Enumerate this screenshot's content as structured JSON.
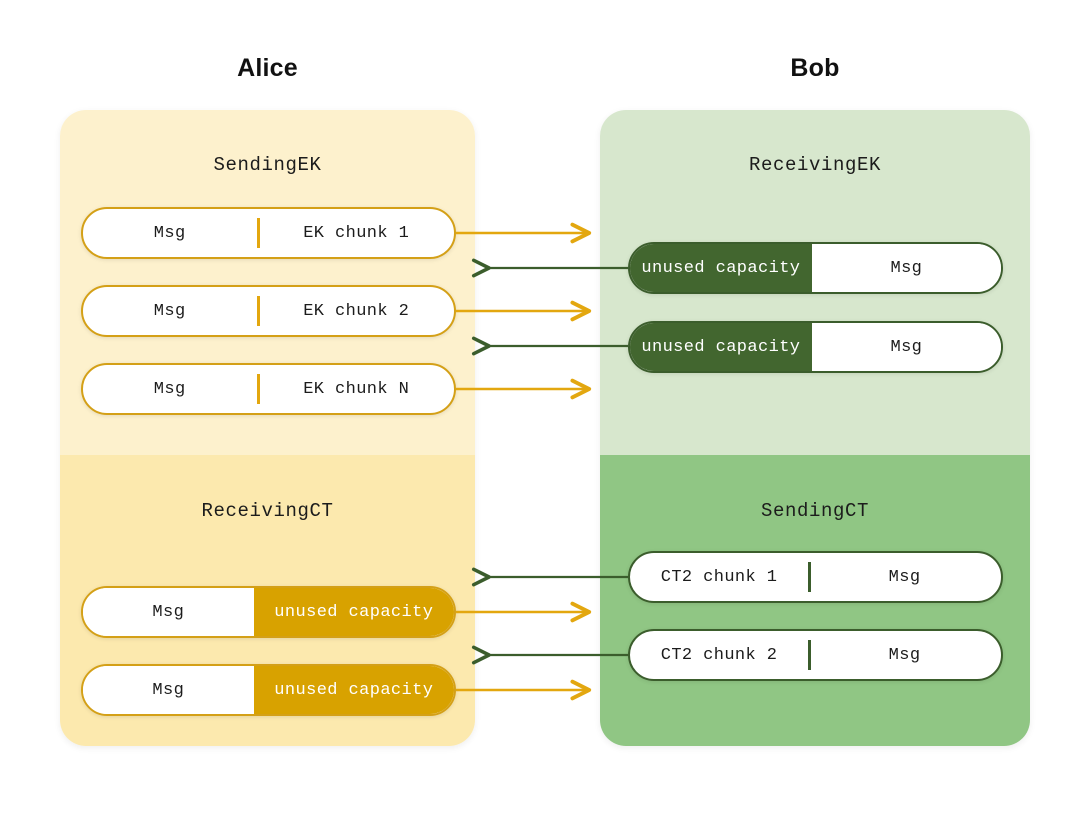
{
  "parties": {
    "left": "Alice",
    "right": "Bob"
  },
  "colors": {
    "yellow_light": "#fdf1cd",
    "yellow_deep": "#fce9ae",
    "yellow_solid": "#d8a200",
    "yellow_stroke": "#d4a017",
    "green_light": "#d7e7cd",
    "green_deep": "#90c684",
    "green_solid": "#42662f",
    "green_stroke": "#3b5d2c",
    "text": "#1c1c1c",
    "on_fill": "#ffffff"
  },
  "panels": {
    "sending_ek": {
      "title": "SendingEK",
      "rows": [
        {
          "left": "Msg",
          "right": "EK chunk 1"
        },
        {
          "left": "Msg",
          "right": "EK chunk 2"
        },
        {
          "left": "Msg",
          "right": "EK chunk N"
        }
      ]
    },
    "receiving_ek": {
      "title": "ReceivingEK",
      "rows": [
        {
          "left": "unused capacity",
          "right": "Msg"
        },
        {
          "left": "unused capacity",
          "right": "Msg"
        }
      ]
    },
    "receiving_ct": {
      "title": "ReceivingCT",
      "rows": [
        {
          "left": "Msg",
          "right": "unused capacity"
        },
        {
          "left": "Msg",
          "right": "unused capacity"
        }
      ]
    },
    "sending_ct": {
      "title": "SendingCT",
      "rows": [
        {
          "left": "CT2 chunk 1",
          "right": "Msg"
        },
        {
          "left": "CT2 chunk 2",
          "right": "Msg"
        }
      ]
    }
  },
  "arrows": [
    {
      "name": "ek-chunk-1-to-bob",
      "direction": "right",
      "color": "#e3a70f"
    },
    {
      "name": "bob-ek-reply-1",
      "direction": "left",
      "color": "#3b5d2c"
    },
    {
      "name": "ek-chunk-2-to-bob",
      "direction": "right",
      "color": "#e3a70f"
    },
    {
      "name": "bob-ek-reply-2",
      "direction": "left",
      "color": "#3b5d2c"
    },
    {
      "name": "ek-chunk-n-to-bob",
      "direction": "right",
      "color": "#e3a70f"
    },
    {
      "name": "ct2-chunk-1-to-alice",
      "direction": "left",
      "color": "#3b5d2c"
    },
    {
      "name": "alice-ct-reply-1",
      "direction": "right",
      "color": "#e3a70f"
    },
    {
      "name": "ct2-chunk-2-to-alice",
      "direction": "left",
      "color": "#3b5d2c"
    },
    {
      "name": "alice-ct-reply-2",
      "direction": "right",
      "color": "#e3a70f"
    }
  ]
}
